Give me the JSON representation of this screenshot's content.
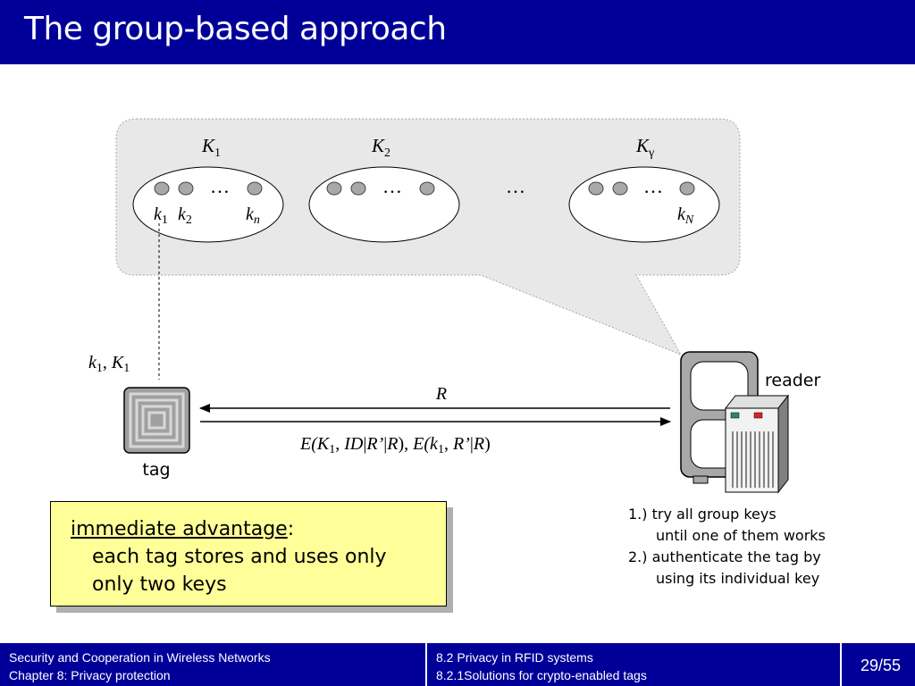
{
  "slide": {
    "title": "The group-based approach",
    "page_number": "29/55"
  },
  "diagram": {
    "group_keys": [
      {
        "base": "K",
        "sub": "1"
      },
      {
        "base": "K",
        "sub": "2"
      },
      {
        "base": "K",
        "sub": "γ"
      }
    ],
    "member_keys": {
      "g1_first": {
        "base": "k",
        "sub": "1"
      },
      "g1_second": {
        "base": "k",
        "sub": "2"
      },
      "g1_last": {
        "base": "k",
        "sub": "n"
      },
      "g3_last": {
        "base": "k",
        "sub": "N"
      }
    },
    "ellipsis": "…",
    "tag_keys": {
      "k": "k",
      "k_sub": "1",
      "sep": ", ",
      "K": "K",
      "K_sub": "1"
    },
    "tag_label": "tag",
    "reader_label": "reader",
    "challenge_label": "R",
    "response": {
      "e1": "E(",
      "k1": "K",
      "k1_sub": "1",
      "mid1": ", ",
      "id": "ID",
      "bar1": "|",
      "rp": "R’",
      "bar2": "|",
      "r": "R",
      "close1": "), ",
      "e2": "E(",
      "k2": "k",
      "k2_sub": "1",
      "mid2": ", ",
      "rp2": "R’",
      "bar3": "|",
      "r2": "R",
      "close2": ")"
    }
  },
  "advantage": {
    "heading": "immediate advantage",
    "colon": ":",
    "line1": "each tag stores and uses only",
    "line2": "only two keys"
  },
  "steps": [
    "1.) try all group keys",
    "until one of them works",
    "2.) authenticate the tag by",
    "using its individual key"
  ],
  "footer": {
    "left_line1": "Security and Cooperation in Wireless Networks",
    "left_line2": "Chapter 8: Privacy protection",
    "mid_line1": "8.2 Privacy in RFID systems",
    "mid_line2": "8.2.1Solutions for crypto-enabled tags"
  },
  "colors": {
    "header_bg": "#000099",
    "bubble_bg": "#e8e8e8",
    "key_dot": "#a8a8a8",
    "advantage_bg": "#ffff99",
    "reader_body": "#c0c0c0"
  }
}
